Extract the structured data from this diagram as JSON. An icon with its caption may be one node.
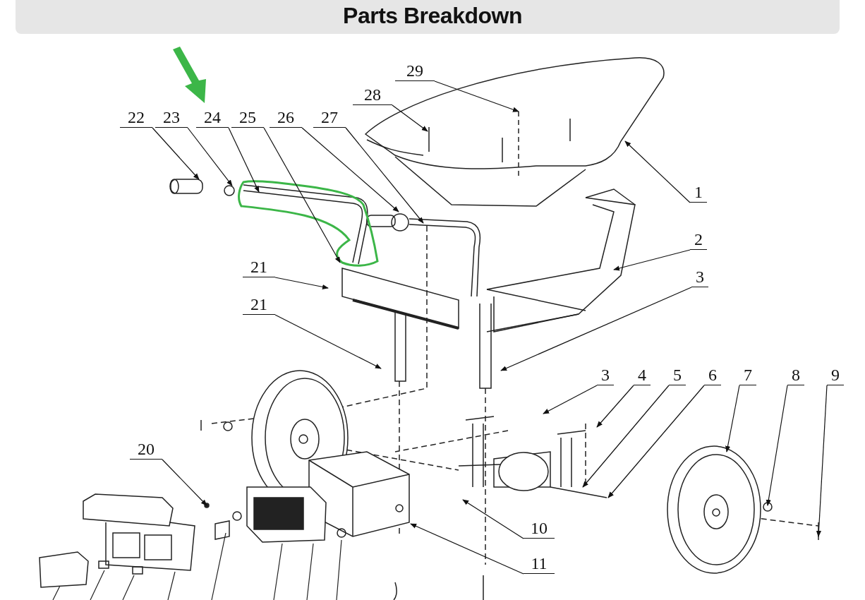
{
  "diagram": {
    "title": "Parts Breakdown",
    "nodes": [
      {
        "text": [
          "29"
        ]
      },
      {
        "text": [
          "28"
        ]
      },
      {
        "text": [
          "22"
        ]
      },
      {
        "text": [
          "23"
        ]
      },
      {
        "text": [
          "24"
        ]
      },
      {
        "text": [
          "25"
        ]
      },
      {
        "text": [
          "26"
        ]
      },
      {
        "text": [
          "27"
        ]
      },
      {
        "text": [
          "1"
        ]
      },
      {
        "text": [
          "2"
        ]
      },
      {
        "text": [
          "21"
        ]
      },
      {
        "text": [
          "3"
        ]
      },
      {
        "text": [
          "21"
        ]
      },
      {
        "text": [
          "3"
        ]
      },
      {
        "text": [
          "4"
        ]
      },
      {
        "text": [
          "5"
        ]
      },
      {
        "text": [
          "6"
        ]
      },
      {
        "text": [
          "7"
        ]
      },
      {
        "text": [
          "8"
        ]
      },
      {
        "text": [
          "9"
        ]
      },
      {
        "text": [
          "20"
        ]
      },
      {
        "text": [
          "10"
        ]
      },
      {
        "text": [
          "11"
        ]
      }
    ],
    "edges": [
      {
        "from": 0,
        "to": null,
        "arrow": "to"
      },
      {
        "from": 1,
        "to": null,
        "arrow": "to"
      },
      {
        "from": 2,
        "to": null,
        "arrow": "to"
      },
      {
        "from": 3,
        "to": null,
        "arrow": "to"
      },
      {
        "from": 4,
        "to": null,
        "arrow": "to"
      },
      {
        "from": 5,
        "to": null,
        "arrow": "to"
      },
      {
        "from": 6,
        "to": null,
        "arrow": "to"
      },
      {
        "from": 7,
        "to": null,
        "arrow": "to"
      },
      {
        "from": 8,
        "to": null,
        "arrow": "to"
      },
      {
        "from": 9,
        "to": null,
        "arrow": "to"
      },
      {
        "from": 10,
        "to": null,
        "arrow": "to"
      },
      {
        "from": 11,
        "to": null,
        "arrow": "to"
      },
      {
        "from": 12,
        "to": null,
        "arrow": "to"
      },
      {
        "from": 13,
        "to": null,
        "arrow": "to"
      },
      {
        "from": 14,
        "to": null,
        "arrow": "to"
      },
      {
        "from": 15,
        "to": null,
        "arrow": "to"
      },
      {
        "from": 16,
        "to": null,
        "arrow": "to"
      },
      {
        "from": 17,
        "to": null,
        "arrow": "to"
      },
      {
        "from": 18,
        "to": null,
        "arrow": "to"
      },
      {
        "from": 19,
        "to": null,
        "arrow": "to"
      },
      {
        "from": 20,
        "to": null,
        "arrow": "to"
      },
      {
        "from": 21,
        "to": null,
        "arrow": "to"
      },
      {
        "from": 22,
        "to": null,
        "arrow": "to"
      }
    ]
  }
}
